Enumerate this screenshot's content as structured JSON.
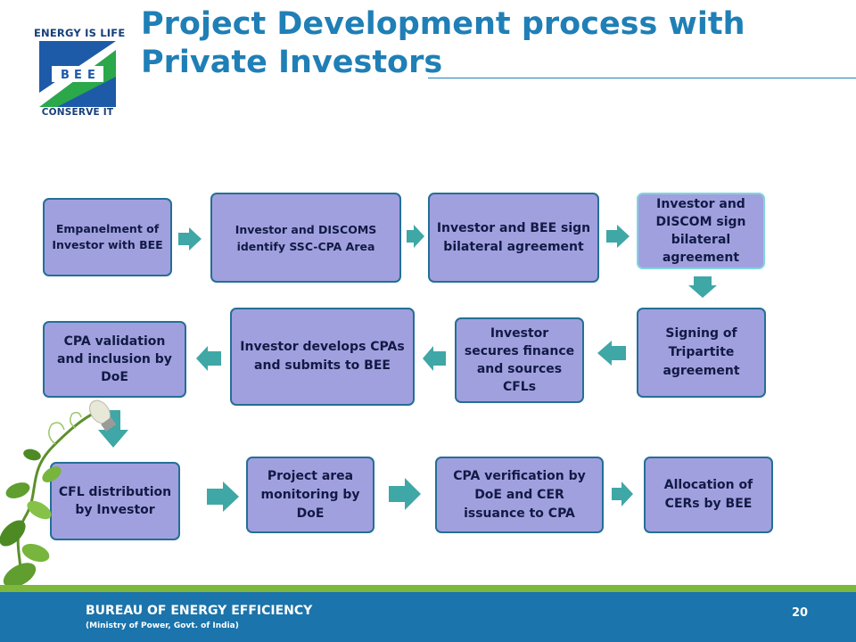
{
  "logo": {
    "top_text": "ENERGY IS LIFE",
    "letters": [
      "B",
      "E",
      "E"
    ],
    "bottom_text": "CONSERVE IT"
  },
  "title": "Project Development process with Private Investors",
  "steps": [
    {
      "id": "empanelment",
      "label": "Empanelment of Investor with BEE"
    },
    {
      "id": "identify",
      "label": "Investor and DISCOMS identify SSC-CPA  Area"
    },
    {
      "id": "bee-agreement",
      "label": "Investor and BEE sign bilateral agreement"
    },
    {
      "id": "discom-agreement",
      "label": "Investor and DISCOM sign bilateral agreement"
    },
    {
      "id": "tripartite",
      "label": "Signing of Tripartite agreement"
    },
    {
      "id": "finance",
      "label": "Investor secures finance and sources CFLs"
    },
    {
      "id": "develops",
      "label": "Investor develops CPAs and submits to BEE"
    },
    {
      "id": "validation",
      "label": "CPA validation and inclusion by DoE"
    },
    {
      "id": "distribution",
      "label": "CFL distribution by Investor"
    },
    {
      "id": "monitoring",
      "label": "Project area monitoring by DoE"
    },
    {
      "id": "verification",
      "label": "CPA verification by DoE and CER issuance to CPA"
    },
    {
      "id": "allocation",
      "label": "Allocation of CERs by BEE"
    }
  ],
  "colors": {
    "title": "#1f7fb6",
    "box_fill": "#a1a0df",
    "box_border": "#246f96",
    "arrow": "#3fa7a6",
    "footer": "#1b74ab",
    "footer_accent": "#7db83b"
  },
  "footer": {
    "org": "BUREAU OF ENERGY EFFICIENCY",
    "sub": "(Ministry of Power, Govt. of India)",
    "page": "20"
  }
}
